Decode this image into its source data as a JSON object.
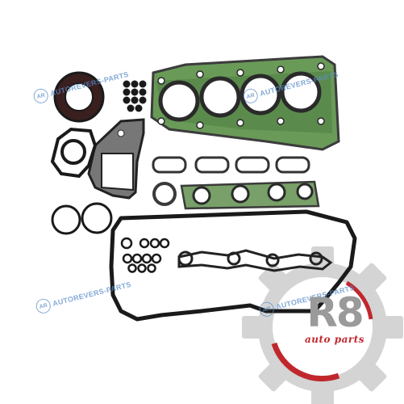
{
  "image": {
    "description": "Engine gasket kit product photo with R8 Auto Parts gear logo",
    "watermark_icon": "AR",
    "watermark_text": "AUTOREVERS-PARTS"
  },
  "brand": {
    "mark": "R8",
    "subtitle": "auto parts",
    "colors": {
      "gear": "#d2d2d2",
      "accent": "#c0272d",
      "text": "#9a9a9a"
    }
  }
}
